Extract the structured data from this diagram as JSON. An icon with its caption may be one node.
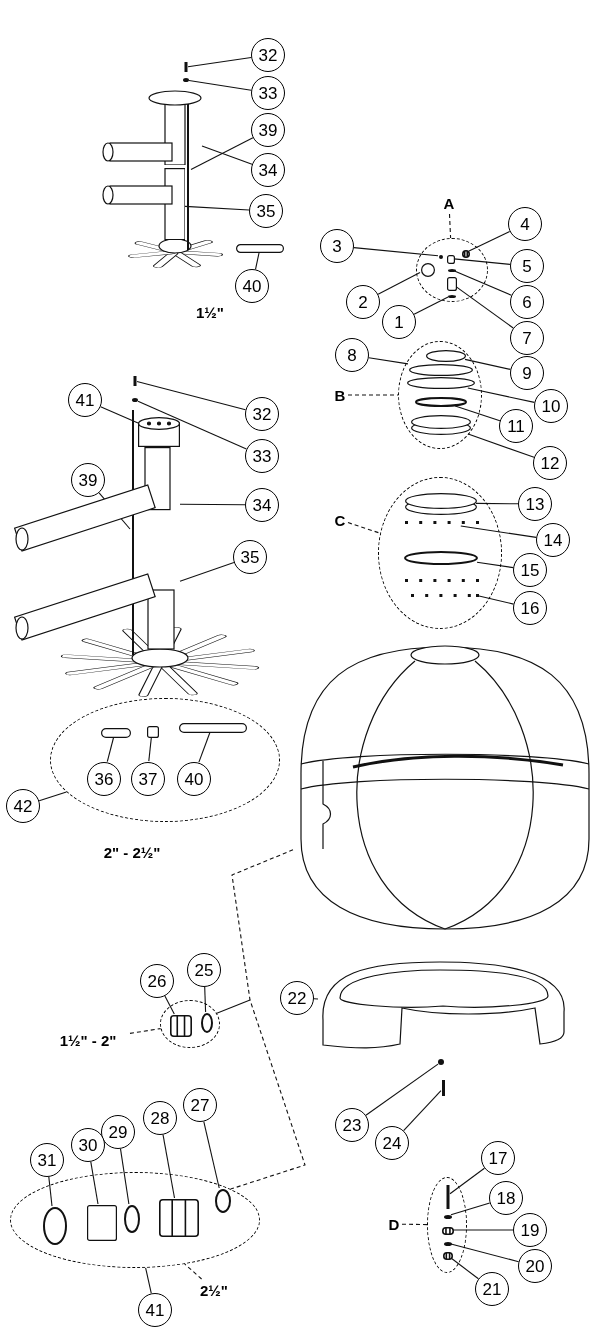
{
  "diagram": {
    "nodes": [
      {
        "text": [
          "32"
        ]
      },
      {
        "text": [
          "33"
        ]
      },
      {
        "text": [
          "39"
        ]
      },
      {
        "text": [
          "34"
        ]
      },
      {
        "text": [
          "35"
        ]
      },
      {
        "text": [
          "40"
        ]
      },
      {
        "text": [
          "A"
        ]
      },
      {
        "text": [],
        "shape": "ellipse"
      },
      {
        "text": [
          "3"
        ]
      },
      {
        "text": [
          "4"
        ]
      },
      {
        "text": [
          "5"
        ]
      },
      {
        "text": [
          "2"
        ]
      },
      {
        "text": [
          "6"
        ]
      },
      {
        "text": [
          "1"
        ]
      },
      {
        "text": [
          "7"
        ]
      },
      {
        "text": [
          "8"
        ]
      },
      {
        "text": [
          "9"
        ]
      },
      {
        "text": [
          "B"
        ]
      },
      {
        "text": [],
        "shape": "ellipse"
      },
      {
        "text": [
          "10"
        ]
      },
      {
        "text": [
          "11"
        ]
      },
      {
        "text": [
          "12"
        ]
      },
      {
        "text": [
          "41"
        ]
      },
      {
        "text": [
          "32"
        ]
      },
      {
        "text": [
          "33"
        ]
      },
      {
        "text": [
          "39"
        ]
      },
      {
        "text": [
          "34"
        ]
      },
      {
        "text": [
          "13"
        ]
      },
      {
        "text": [
          "C"
        ]
      },
      {
        "text": [],
        "shape": "ellipse"
      },
      {
        "text": [
          "14"
        ]
      },
      {
        "text": [
          "35"
        ]
      },
      {
        "text": [
          "15"
        ]
      },
      {
        "text": [
          "16"
        ]
      },
      {
        "text": [],
        "shape": "picture"
      },
      {
        "text": [],
        "shape": "ellipse"
      },
      {
        "text": [
          "36"
        ],
        "in": 35
      },
      {
        "text": [
          "37"
        ],
        "in": 35
      },
      {
        "text": [
          "40"
        ],
        "in": 35
      },
      {
        "text": [
          "42"
        ]
      },
      {
        "text": [
          "26"
        ]
      },
      {
        "text": [
          "25"
        ]
      },
      {
        "text": [
          "22"
        ]
      },
      {
        "text": [
          "1½\" - 2\""
        ]
      },
      {
        "text": [],
        "shape": "ellipse"
      },
      {
        "text": [
          "27"
        ]
      },
      {
        "text": [
          "28"
        ]
      },
      {
        "text": [
          "29"
        ]
      },
      {
        "text": [
          "30"
        ]
      },
      {
        "text": [
          "31"
        ]
      },
      {
        "text": [
          "23"
        ]
      },
      {
        "text": [
          "24"
        ]
      },
      {
        "text": [
          "17"
        ]
      },
      {
        "text": [
          "18"
        ]
      },
      {
        "text": [
          "D"
        ]
      },
      {
        "text": [],
        "shape": "ellipse"
      },
      {
        "text": [
          "19"
        ]
      },
      {
        "text": [
          "20"
        ]
      },
      {
        "text": [
          "21"
        ]
      },
      {
        "text": [],
        "shape": "ellipse"
      },
      {
        "text": [
          "2½\""
        ]
      },
      {
        "text": [
          "41"
        ]
      },
      {
        "text": [],
        "shape": "bar"
      },
      {
        "text": [],
        "shape": "circle"
      },
      {
        "text": [],
        "shape": "bar"
      },
      {
        "text": [],
        "shape": "picture"
      },
      {
        "text": [],
        "shape": "picture"
      },
      {
        "text": [],
        "shape": "bar"
      },
      {
        "text": [],
        "shape": "circle",
        "in": 7
      },
      {
        "text": [],
        "shape": "circle",
        "in": 7
      },
      {
        "text": [],
        "shape": "box",
        "in": 7
      },
      {
        "text": [],
        "shape": "box",
        "in": 7
      },
      {
        "text": [],
        "shape": "circle",
        "in": 7
      },
      {
        "text": [],
        "shape": "box",
        "in": 7
      },
      {
        "text": [],
        "shape": "circle",
        "in": 7
      },
      {
        "text": [],
        "shape": "circle",
        "in": 18
      },
      {
        "text": [],
        "shape": "circle",
        "in": 18
      },
      {
        "text": [],
        "shape": "circle",
        "in": 18
      },
      {
        "text": [],
        "shape": "circle",
        "in": 18
      },
      {
        "text": [],
        "shape": "circle",
        "in": 18
      },
      {
        "text": [],
        "shape": "bar"
      },
      {
        "text": [],
        "shape": "circle"
      },
      {
        "text": [],
        "shape": "box"
      },
      {
        "text": [],
        "shape": "bar"
      },
      {
        "text": [],
        "shape": "picture"
      },
      {
        "text": [],
        "shape": "picture"
      },
      {
        "text": [],
        "shape": "circle",
        "in": 29
      },
      {
        "text": [],
        "shape": "picture",
        "in": 29
      },
      {
        "text": [],
        "shape": "circle",
        "in": 29
      },
      {
        "text": [],
        "shape": "picture",
        "in": 29
      },
      {
        "text": [],
        "shape": "bar",
        "in": 35
      },
      {
        "text": [],
        "shape": "box",
        "in": 35
      },
      {
        "text": [],
        "shape": "bar",
        "in": 35
      },
      {
        "text": [],
        "shape": "box",
        "in": 44
      },
      {
        "text": [],
        "shape": "circle",
        "in": 44
      },
      {
        "text": [],
        "shape": "picture"
      },
      {
        "text": [],
        "shape": "circle",
        "in": 59
      },
      {
        "text": [],
        "shape": "box",
        "in": 59
      },
      {
        "text": [],
        "shape": "circle",
        "in": 59
      },
      {
        "text": [],
        "shape": "box",
        "in": 59
      },
      {
        "text": [],
        "shape": "circle",
        "in": 59
      },
      {
        "text": [],
        "shape": "circle"
      },
      {
        "text": [],
        "shape": "bar"
      },
      {
        "text": [],
        "shape": "bar",
        "in": 55
      },
      {
        "text": [],
        "shape": "circle",
        "in": 55
      },
      {
        "text": [],
        "shape": "box",
        "in": 55
      },
      {
        "text": [],
        "shape": "circle",
        "in": 55
      },
      {
        "text": [],
        "shape": "box",
        "in": 55
      }
    ],
    "edges": [
      {
        "from": 0,
        "to": 62,
        "arrow": "none"
      },
      {
        "from": 1,
        "to": 63,
        "arrow": "none"
      },
      {
        "from": 2,
        "to": 64,
        "arrow": "none"
      },
      {
        "from": 3,
        "to": 65,
        "arrow": "none"
      },
      {
        "from": 4,
        "to": 66,
        "arrow": "none"
      },
      {
        "from": 5,
        "to": 67,
        "arrow": "none"
      },
      {
        "from": 6,
        "to": 7,
        "arrow": "none",
        "style": "dashed"
      },
      {
        "from": 8,
        "to": 69,
        "arrow": "none"
      },
      {
        "from": 9,
        "to": 73,
        "arrow": "none"
      },
      {
        "from": 10,
        "to": 70,
        "arrow": "none"
      },
      {
        "from": 11,
        "to": 68,
        "arrow": "none"
      },
      {
        "from": 12,
        "to": 72,
        "arrow": "none"
      },
      {
        "from": 13,
        "to": 74,
        "arrow": "none"
      },
      {
        "from": 14,
        "to": 71,
        "arrow": "none"
      },
      {
        "from": 15,
        "to": 76,
        "arrow": "none"
      },
      {
        "from": 16,
        "to": 75,
        "arrow": "none"
      },
      {
        "from": 17,
        "to": 18,
        "arrow": "none",
        "style": "dashed"
      },
      {
        "from": 19,
        "to": 77,
        "arrow": "none"
      },
      {
        "from": 20,
        "to": 78,
        "arrow": "none"
      },
      {
        "from": 21,
        "to": 79,
        "arrow": "none"
      },
      {
        "from": 22,
        "to": 82,
        "arrow": "none"
      },
      {
        "from": 23,
        "to": 80,
        "arrow": "none"
      },
      {
        "from": 24,
        "to": 81,
        "arrow": "none"
      },
      {
        "from": 25,
        "to": 83,
        "arrow": "none"
      },
      {
        "from": 26,
        "to": 84,
        "arrow": "none"
      },
      {
        "from": 27,
        "to": 86,
        "arrow": "none"
      },
      {
        "from": 28,
        "to": 29,
        "arrow": "none",
        "style": "dashed"
      },
      {
        "from": 30,
        "to": 87,
        "arrow": "none"
      },
      {
        "from": 31,
        "to": 85,
        "arrow": "none"
      },
      {
        "from": 32,
        "to": 88,
        "arrow": "none"
      },
      {
        "from": 33,
        "to": 89,
        "arrow": "none"
      },
      {
        "from": 34,
        "to": 59,
        "arrow": "none",
        "style": "dashed"
      },
      {
        "from": 36,
        "to": 90,
        "arrow": "none"
      },
      {
        "from": 37,
        "to": 91,
        "arrow": "none"
      },
      {
        "from": 38,
        "to": 92,
        "arrow": "none"
      },
      {
        "from": 39,
        "to": 35,
        "arrow": "none"
      },
      {
        "from": 40,
        "to": 93,
        "arrow": "none"
      },
      {
        "from": 41,
        "to": 94,
        "arrow": "none"
      },
      {
        "from": 43,
        "to": 44,
        "arrow": "none",
        "style": "dashed"
      },
      {
        "from": 44,
        "to": null,
        "arrow": "none"
      },
      {
        "from": 42,
        "to": 95,
        "arrow": "none"
      },
      {
        "from": 45,
        "to": 100,
        "arrow": "none"
      },
      {
        "from": 46,
        "to": 99,
        "arrow": "none"
      },
      {
        "from": 47,
        "to": 98,
        "arrow": "none"
      },
      {
        "from": 48,
        "to": 97,
        "arrow": "none"
      },
      {
        "from": 49,
        "to": 96,
        "arrow": "none"
      },
      {
        "from": 50,
        "to": 101,
        "arrow": "none"
      },
      {
        "from": 51,
        "to": 102,
        "arrow": "none"
      },
      {
        "from": 52,
        "to": 103,
        "arrow": "none"
      },
      {
        "from": 53,
        "to": 104,
        "arrow": "none"
      },
      {
        "from": 54,
        "to": 55,
        "arrow": "none",
        "style": "dashed"
      },
      {
        "from": 56,
        "to": 105,
        "arrow": "none"
      },
      {
        "from": 57,
        "to": 106,
        "arrow": "none"
      },
      {
        "from": 58,
        "to": 107,
        "arrow": "none"
      },
      {
        "from": 60,
        "to": 59,
        "arrow": "none",
        "style": "dashed"
      },
      {
        "from": 61,
        "to": 59,
        "arrow": "none"
      }
    ],
    "labels": [
      "1½\"",
      "2\" - 2½\""
    ]
  }
}
